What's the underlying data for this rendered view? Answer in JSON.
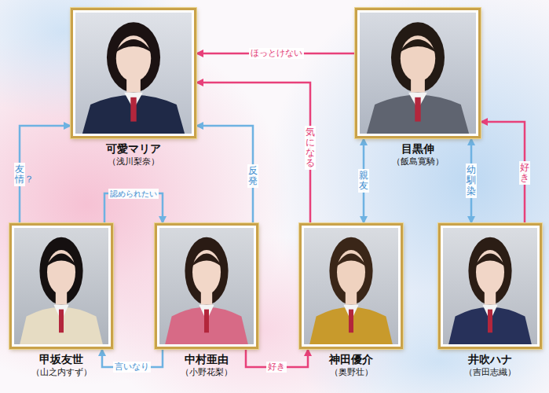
{
  "diagram": {
    "nodes": [
      {
        "text": [
          "可愛マリア",
          "（浅川梨奈）"
        ]
      },
      {
        "text": [
          "目黒伸",
          "（飯島寛騎）"
        ]
      },
      {
        "text": [
          "甲坂友世",
          "（山之内すず）"
        ]
      },
      {
        "text": [
          "中村亜由",
          "（小野花梨）"
        ]
      },
      {
        "text": [
          "神田優介",
          "（奥野壮）"
        ]
      },
      {
        "text": [
          "井吹ハナ",
          "（吉田志織）"
        ]
      }
    ],
    "edges": [
      {
        "from": 1,
        "to": 0,
        "label": "ほっとけない",
        "arrow": "to"
      },
      {
        "from": 4,
        "to": 0,
        "label": "気になる",
        "arrow": "to"
      },
      {
        "from": 4,
        "to": 1,
        "label": "親友",
        "arrow": "both"
      },
      {
        "from": 5,
        "to": 1,
        "label": "幼馴染",
        "arrow": "both"
      },
      {
        "from": 5,
        "to": 1,
        "label": "好き",
        "arrow": "to"
      },
      {
        "from": 3,
        "to": 0,
        "label": "反発",
        "arrow": "to"
      },
      {
        "from": 2,
        "to": 0,
        "label": "友情？",
        "arrow": "to"
      },
      {
        "from": 2,
        "to": 3,
        "label": "認められたい",
        "arrow": "to"
      },
      {
        "from": 3,
        "to": 2,
        "label": "言いなり",
        "arrow": "to"
      },
      {
        "from": 3,
        "to": 4,
        "label": "好き",
        "arrow": "to"
      }
    ]
  }
}
